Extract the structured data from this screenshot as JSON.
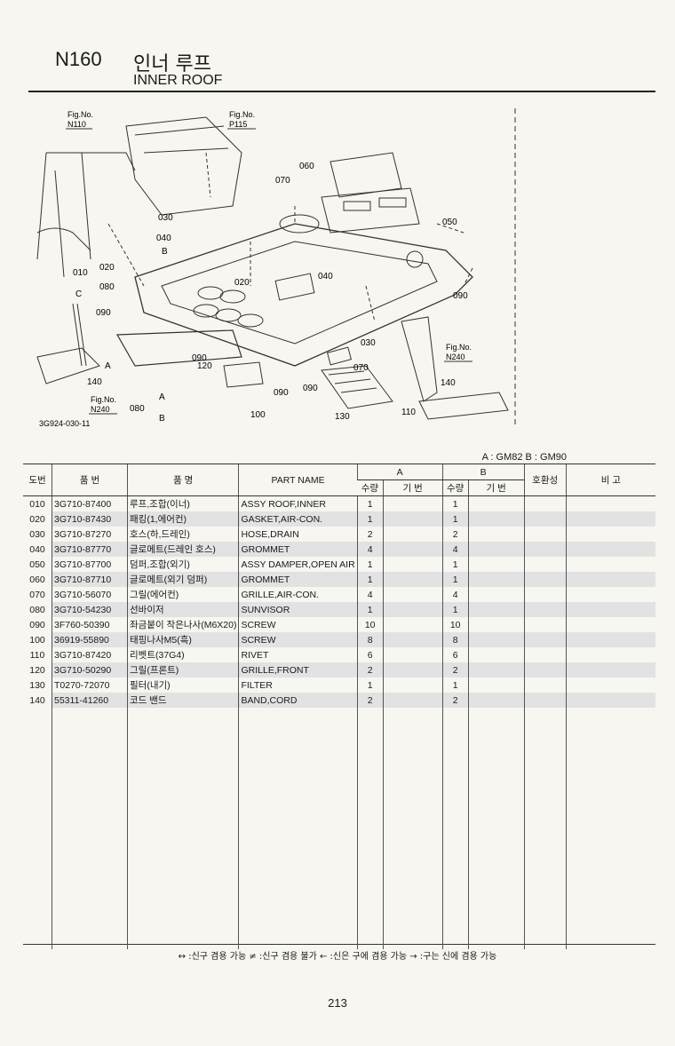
{
  "header": {
    "code": "N160",
    "title_ko": "인너 루프",
    "title_en": "INNER ROOF"
  },
  "diagram": {
    "fig_refs": [
      {
        "label": "Fig.No.",
        "ref": "N110"
      },
      {
        "label": "Fig.No.",
        "ref": "P115"
      },
      {
        "label": "Fig.No.",
        "ref": "N240"
      },
      {
        "label": "Fig.No.",
        "ref": "N240"
      }
    ],
    "callouts": [
      "060",
      "070",
      "030",
      "040",
      "B",
      "010",
      "020",
      "080",
      "090",
      "C",
      "020",
      "040",
      "050",
      "090",
      "030",
      "070",
      "090",
      "090",
      "120",
      "A",
      "140",
      "080",
      "A",
      "B",
      "100",
      "090",
      "130",
      "110",
      "140"
    ],
    "drawing_id": "3G924-030-11"
  },
  "model_note": "A : GM82   B : GM90",
  "table": {
    "headers": {
      "no": "도번",
      "part": "품 번",
      "name_ko": "품 명",
      "name_en": "PART NAME",
      "group_a": "A",
      "group_b": "B",
      "qty": "수량",
      "remark": "기 번",
      "compat": "호환성",
      "note": "비 고"
    },
    "rows": [
      {
        "no": "010",
        "part": "3G710-87400",
        "ko": "루프,조합(이너)",
        "en": "ASSY ROOF,INNER",
        "qa": "1",
        "qb": "1",
        "shade": false
      },
      {
        "no": "020",
        "part": "3G710-87430",
        "ko": "패킹(1,에어컨)",
        "en": "GASKET,AIR-CON.",
        "qa": "1",
        "qb": "1",
        "shade": true
      },
      {
        "no": "030",
        "part": "3G710-87270",
        "ko": "호스(하,드레인)",
        "en": "HOSE,DRAIN",
        "qa": "2",
        "qb": "2",
        "shade": false
      },
      {
        "no": "040",
        "part": "3G710-87770",
        "ko": "글로메트(드레인 호스)",
        "en": "GROMMET",
        "qa": "4",
        "qb": "4",
        "shade": true
      },
      {
        "no": "050",
        "part": "3G710-87700",
        "ko": "덤퍼,조합(외기)",
        "en": "ASSY DAMPER,OPEN AIR",
        "qa": "1",
        "qb": "1",
        "shade": false
      },
      {
        "no": "060",
        "part": "3G710-87710",
        "ko": "글로메트(외기 덤퍼)",
        "en": "GROMMET",
        "qa": "1",
        "qb": "1",
        "shade": true
      },
      {
        "no": "070",
        "part": "3G710-56070",
        "ko": "그릴(에어컨)",
        "en": "GRILLE,AIR-CON.",
        "qa": "4",
        "qb": "4",
        "shade": false
      },
      {
        "no": "080",
        "part": "3G710-54230",
        "ko": "선바이저",
        "en": "SUNVISOR",
        "qa": "1",
        "qb": "1",
        "shade": true
      },
      {
        "no": "090",
        "part": "3F760-50390",
        "ko": "좌금붙이 작은나사(M6X20)",
        "en": "SCREW",
        "qa": "10",
        "qb": "10",
        "shade": false
      },
      {
        "no": "100",
        "part": "36919-55890",
        "ko": "태핑나사M5(흑)",
        "en": "SCREW",
        "qa": "8",
        "qb": "8",
        "shade": true
      },
      {
        "no": "110",
        "part": "3G710-87420",
        "ko": "리벳트(37G4)",
        "en": "RIVET",
        "qa": "6",
        "qb": "6",
        "shade": false
      },
      {
        "no": "120",
        "part": "3G710-50290",
        "ko": "그릴(프론트)",
        "en": "GRILLE,FRONT",
        "qa": "2",
        "qb": "2",
        "shade": true
      },
      {
        "no": "130",
        "part": "T0270-72070",
        "ko": "필터(내기)",
        "en": "FILTER",
        "qa": "1",
        "qb": "1",
        "shade": false
      },
      {
        "no": "140",
        "part": "55311-41260",
        "ko": "코드 밴드",
        "en": "BAND,CORD",
        "qa": "2",
        "qb": "2",
        "shade": true
      }
    ]
  },
  "legend": "↔ :신구 겸용 가능    ≠ :신구 겸용 불가    ← :신은 구에 겸용 가능    → :구는 신에 겸용 가능",
  "page_number": "213"
}
